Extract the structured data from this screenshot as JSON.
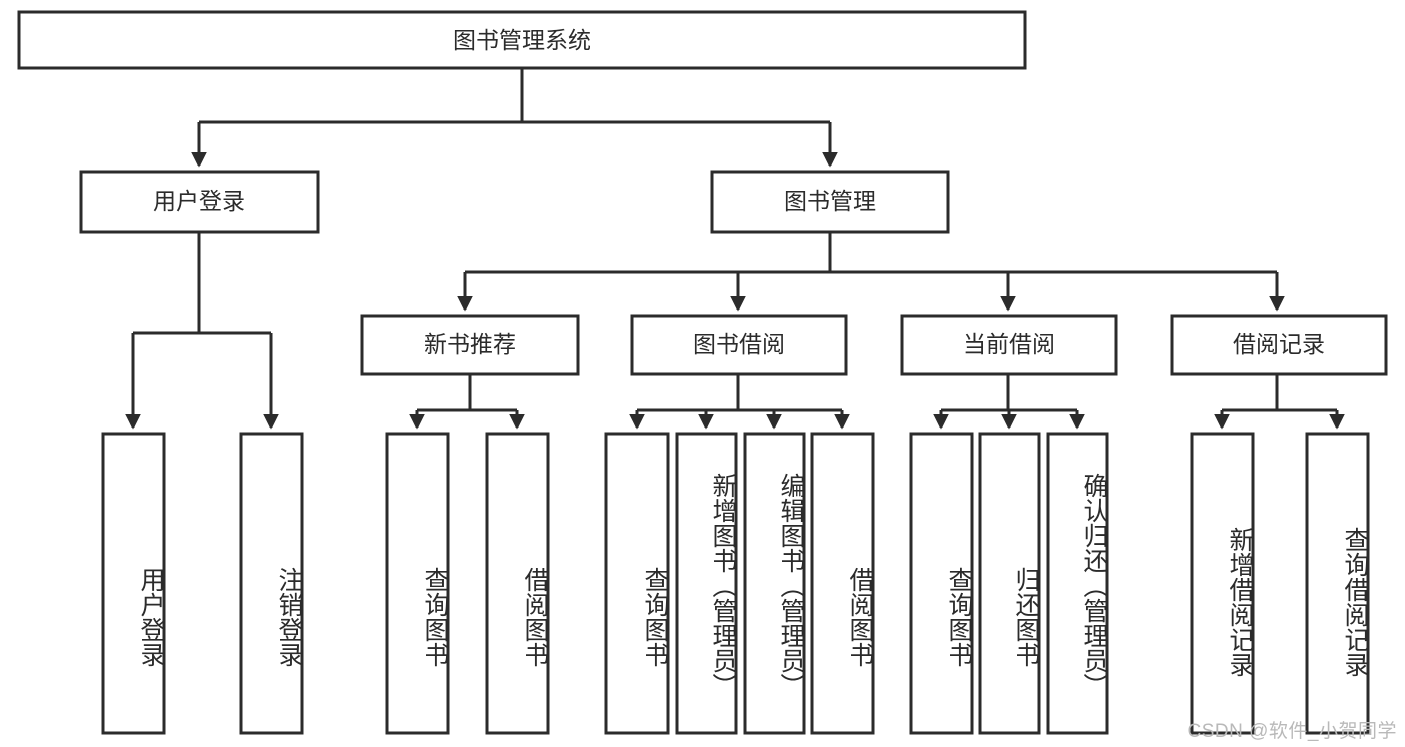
{
  "diagram": {
    "title": "图书管理系统",
    "watermark": "CSDN @软件_小贺同学",
    "colors": {
      "stroke": "#2b2b2b",
      "fill": "#ffffff",
      "background": "#ffffff",
      "watermark": "#b9b9b9"
    },
    "root": {
      "label": "图书管理系统"
    },
    "level2": [
      {
        "label": "用户登录"
      },
      {
        "label": "图书管理"
      }
    ],
    "level3": [
      {
        "label": "新书推荐"
      },
      {
        "label": "图书借阅"
      },
      {
        "label": "当前借阅"
      },
      {
        "label": "借阅记录"
      }
    ],
    "leaves": {
      "user_login": [
        {
          "label": "用户登录"
        },
        {
          "label": "注销登录"
        }
      ],
      "new_book_recommend": [
        {
          "label": "查询图书"
        },
        {
          "label": "借阅图书"
        }
      ],
      "book_borrow": [
        {
          "label": "查询图书"
        },
        {
          "label": "新增图书（管理员）"
        },
        {
          "label": "编辑图书（管理员）"
        },
        {
          "label": "借阅图书"
        }
      ],
      "current_borrow": [
        {
          "label": "查询图书"
        },
        {
          "label": "归还图书"
        },
        {
          "label": "确认归还（管理员）"
        }
      ],
      "borrow_record": [
        {
          "label": "新增借阅记录"
        },
        {
          "label": "查询借阅记录"
        }
      ]
    }
  }
}
